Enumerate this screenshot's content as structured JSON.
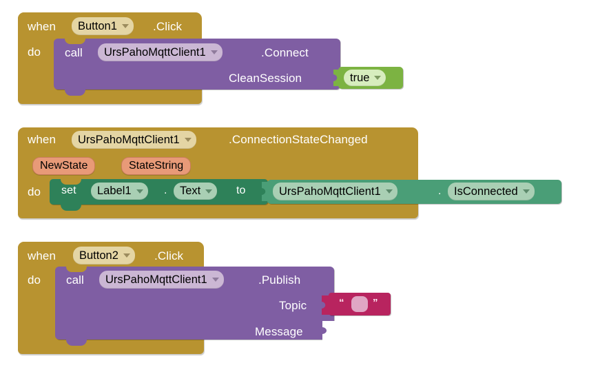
{
  "editor": {
    "name": "MIT App Inventor Blocks Editor",
    "background": "#ffffff"
  },
  "colors": {
    "event_block": "#b89330",
    "call_block": "#7f5ea3",
    "setter_block": "#2e8159",
    "getter_block": "#4a9e77",
    "logic_block": "#7cb342",
    "text_block": "#b8245f",
    "param_chip": "#e89a78"
  },
  "blocks": [
    {
      "id": "block1",
      "type": "event",
      "when_label": "when",
      "component": "Button1",
      "event": ".Click",
      "do_label": "do",
      "body": {
        "type": "method-call",
        "call_label": "call",
        "component": "UrsPahoMqttClient1",
        "method": ".Connect",
        "args": [
          {
            "name": "CleanSession",
            "value_type": "logic",
            "value": "true"
          }
        ]
      }
    },
    {
      "id": "block2",
      "type": "event",
      "when_label": "when",
      "component": "UrsPahoMqttClient1",
      "event": ".ConnectionStateChanged",
      "params": [
        "NewState",
        "StateString"
      ],
      "do_label": "do",
      "body": {
        "type": "setter",
        "set_label": "set",
        "component": "Label1",
        "dot": ".",
        "property": "Text",
        "to_label": "to",
        "value": {
          "type": "getter",
          "component": "UrsPahoMqttClient1",
          "dot": ".",
          "property": "IsConnected"
        }
      }
    },
    {
      "id": "block3",
      "type": "event",
      "when_label": "when",
      "component": "Button2",
      "event": ".Click",
      "do_label": "do",
      "body": {
        "type": "method-call",
        "call_label": "call",
        "component": "UrsPahoMqttClient1",
        "method": ".Publish",
        "args": [
          {
            "name": "Topic",
            "value_type": "text",
            "value": "",
            "open_quote": "“",
            "close_quote": "”"
          },
          {
            "name": "Message",
            "value_type": "empty",
            "value": ""
          }
        ]
      }
    }
  ]
}
